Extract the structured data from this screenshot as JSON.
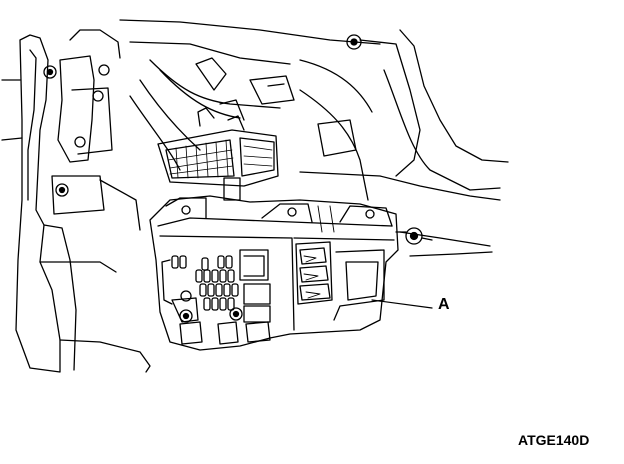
{
  "diagram": {
    "callouts": [
      {
        "id": "A",
        "label": "A"
      }
    ],
    "figure_code": "ATGE140D"
  }
}
